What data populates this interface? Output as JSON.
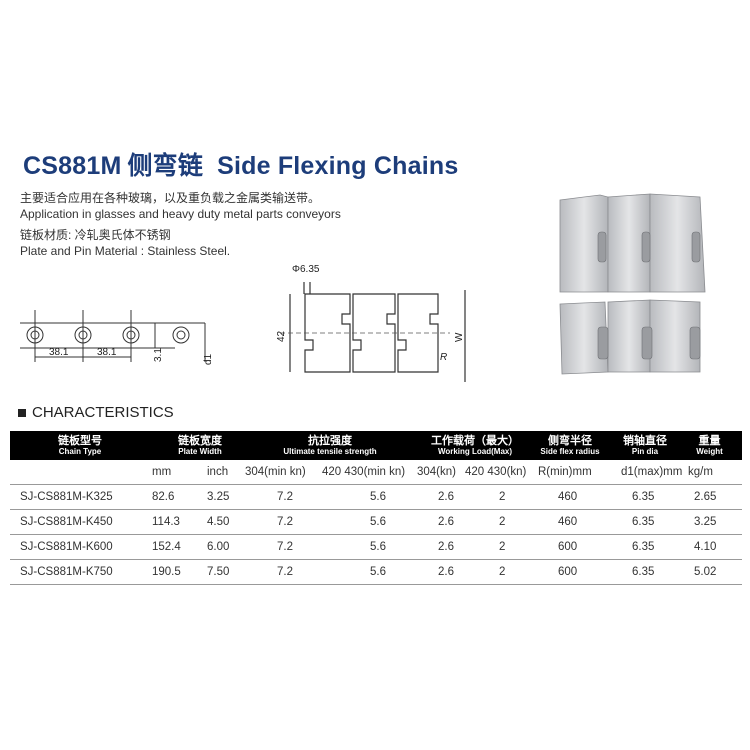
{
  "title": {
    "model": "CS881M",
    "cn": "侧弯链",
    "en": "Side Flexing Chains"
  },
  "description": [
    "主要适合应用在各种玻璃，以及重负载之金属类输送带。",
    "Application in glasses and heavy duty metal parts conveyors",
    "链板材质: 冷轧奥氏体不锈钢",
    "Plate and Pin Material : Stainless Steel."
  ],
  "diagram": {
    "pitch1": "38.1",
    "pitch2": "38.1",
    "dim_3_1": "3.1",
    "dim_d1": "d1",
    "pin_dia": "Φ6.35",
    "dim_42": "42",
    "dim_W": "W",
    "dim_R": "R"
  },
  "section_title": "CHARACTERISTICS",
  "table": {
    "headers": [
      {
        "cn": "链板型号",
        "en": "Chain Type"
      },
      {
        "cn": "链板宽度",
        "en": "Plate Width"
      },
      {
        "cn": "抗拉强度",
        "en": "Ultimate tensile strength"
      },
      {
        "cn": "工作载荷（最大）",
        "en": "Working Load(Max)"
      },
      {
        "cn": "侧弯半径",
        "en": "Side flex radius"
      },
      {
        "cn": "销轴直径",
        "en": "Pin dia"
      },
      {
        "cn": "重量",
        "en": "Weight"
      }
    ],
    "units": [
      "mm",
      "inch",
      "304(min kn)",
      "420 430(min kn)",
      "304(kn)",
      "420 430(kn)",
      "R(min)mm",
      "d1(max)mm",
      "kg/m"
    ],
    "rows": [
      [
        "SJ-CS881M-K325",
        "82.6",
        "3.25",
        "7.2",
        "5.6",
        "2.6",
        "2",
        "460",
        "6.35",
        "2.65"
      ],
      [
        "SJ-CS881M-K450",
        "114.3",
        "4.50",
        "7.2",
        "5.6",
        "2.6",
        "2",
        "460",
        "6.35",
        "3.25"
      ],
      [
        "SJ-CS881M-K600",
        "152.4",
        "6.00",
        "7.2",
        "5.6",
        "2.6",
        "2",
        "600",
        "6.35",
        "4.10"
      ],
      [
        "SJ-CS881M-K750",
        "190.5",
        "7.50",
        "7.2",
        "5.6",
        "2.6",
        "2",
        "600",
        "6.35",
        "5.02"
      ]
    ]
  },
  "colors": {
    "title": "#1d3d7a",
    "header_bg": "#000000",
    "plate": "#c9cbce"
  }
}
